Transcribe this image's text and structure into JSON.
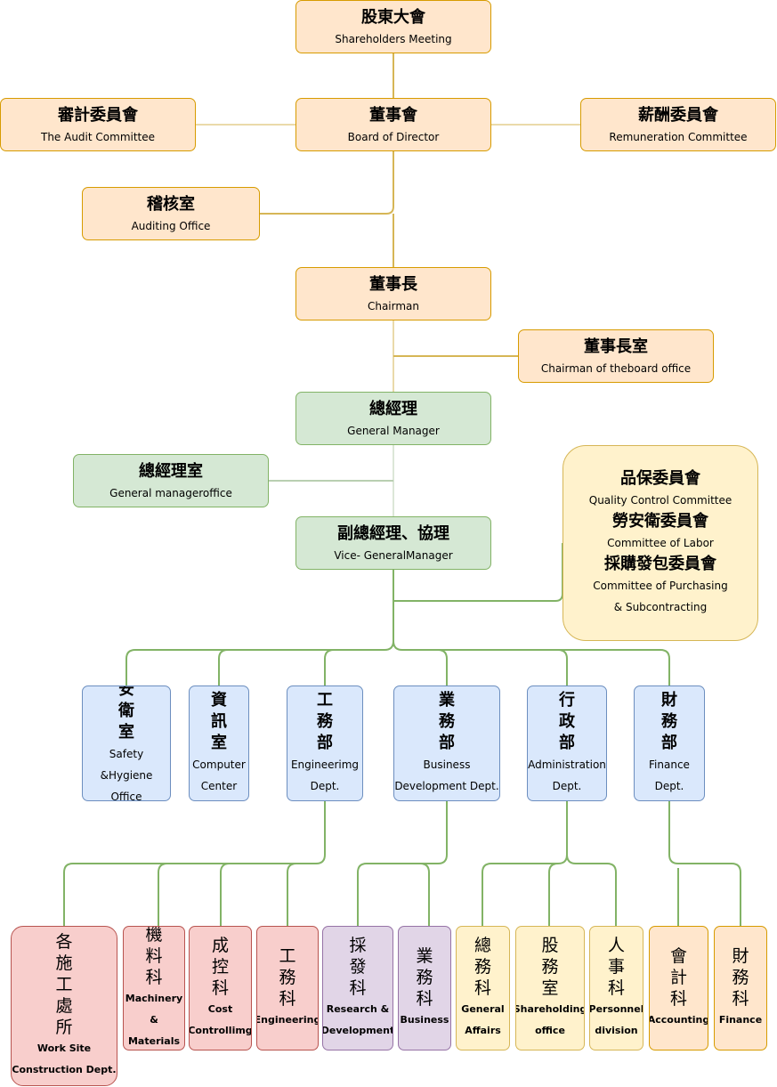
{
  "top": {
    "shareholders": {
      "zh": "股東大會",
      "en": "Shareholders Meeting"
    },
    "audit": {
      "zh": "審計委員會",
      "en": "The Audit Committee"
    },
    "board": {
      "zh": "董事會",
      "en": "Board of Director"
    },
    "remuneration": {
      "zh": "薪酬委員會",
      "en": "Remuneration Committee"
    },
    "auditing_office": {
      "zh": "稽核室",
      "en": "Auditing Office"
    },
    "chairman": {
      "zh": "董事長",
      "en": "Chairman"
    },
    "chairman_office": {
      "zh": "董事長室",
      "en": "Chairman of theboard office"
    }
  },
  "management": {
    "gm": {
      "zh": "總經理",
      "en": "General Manager"
    },
    "gm_office": {
      "zh": "總經理室",
      "en": "General manageroffice"
    },
    "vice_gm": {
      "zh": "副總經理、協理",
      "en": "Vice- GeneralManager"
    },
    "committees": {
      "qc_zh": "品保委員會",
      "qc_en": "Quality Control Committee",
      "labor_zh": "勞安衛委員會",
      "labor_en": "Committee of Labor",
      "purchase_zh": "採購發包委員會",
      "purchase_en1": "Committee of Purchasing",
      "purchase_en2": "& Subcontracting"
    }
  },
  "departments": [
    {
      "key": "safety",
      "zh": [
        "安",
        "衛",
        "室"
      ],
      "en": [
        "Safety &Hygiene",
        "Office"
      ]
    },
    {
      "key": "computer",
      "zh": [
        "資",
        "訊",
        "室"
      ],
      "en": [
        "Computer",
        "Center"
      ]
    },
    {
      "key": "engineering",
      "zh": [
        "工",
        "務",
        "部"
      ],
      "en": [
        "Engineerimg",
        "Dept."
      ]
    },
    {
      "key": "business",
      "zh": [
        "業",
        "務",
        "部"
      ],
      "en": [
        "Business",
        "Development Dept."
      ]
    },
    {
      "key": "admin",
      "zh": [
        "行",
        "政",
        "部"
      ],
      "en": [
        "Administration",
        "Dept."
      ]
    },
    {
      "key": "finance",
      "zh": [
        "財",
        "務",
        "部"
      ],
      "en": [
        "Finance Dept."
      ]
    }
  ],
  "sections": [
    {
      "key": "worksite",
      "zh": [
        "各",
        "施",
        "工",
        "處",
        "所"
      ],
      "en": [
        "Work Site",
        "Construction Dept."
      ]
    },
    {
      "key": "machinery",
      "zh": [
        "機",
        "料",
        "科"
      ],
      "en": [
        "Machinery",
        "& Materials"
      ]
    },
    {
      "key": "cost",
      "zh": [
        "成",
        "控",
        "科"
      ],
      "en": [
        "Cost",
        "Controllimg"
      ]
    },
    {
      "key": "eng_sec",
      "zh": [
        "工",
        "務",
        "科"
      ],
      "en": [
        "Engineering"
      ]
    },
    {
      "key": "rnd",
      "zh": [
        "採",
        "發",
        "科"
      ],
      "en": [
        "Research &",
        "Development"
      ]
    },
    {
      "key": "biz_sec",
      "zh": [
        "業",
        "務",
        "科"
      ],
      "en": [
        "Business"
      ]
    },
    {
      "key": "general",
      "zh": [
        "總",
        "務",
        "科"
      ],
      "en": [
        "General",
        "Affairs"
      ]
    },
    {
      "key": "sharehold",
      "zh": [
        "股",
        "務",
        "室"
      ],
      "en": [
        "Shareholding",
        "office"
      ]
    },
    {
      "key": "personnel",
      "zh": [
        "人",
        "事",
        "科"
      ],
      "en": [
        "Personnel",
        "division"
      ]
    },
    {
      "key": "accounting",
      "zh": [
        "會",
        "計",
        "科"
      ],
      "en": [
        "Accounting"
      ]
    },
    {
      "key": "fin_sec",
      "zh": [
        "財",
        "務",
        "科"
      ],
      "en": [
        "Finance"
      ]
    }
  ]
}
